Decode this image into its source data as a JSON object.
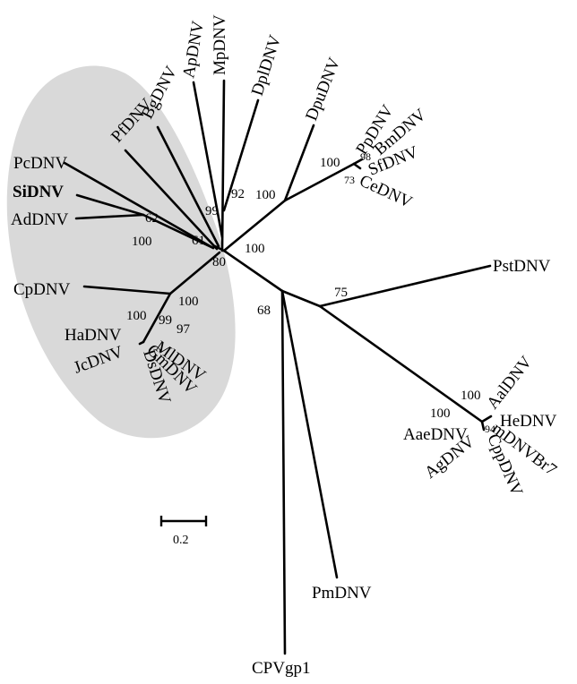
{
  "highlight_color": "#d9d9d9",
  "taxa": {
    "mpdnv": "MpDNV",
    "apdnv": "ApDNV",
    "dpldnv": "DplDNV",
    "bgdnv": "BgDNV",
    "dpudnv": "DpuDNV",
    "pfdnv": "PfDNV",
    "ppdnv": "PpDNV",
    "bmdnv": "BmDNV",
    "sfdnv": "SfDNV",
    "cednv": "CeDNV",
    "pcdnv": "PcDNV",
    "sidnv": "SiDNV",
    "addnv": "AdDNV",
    "cpdnv": "CpDNV",
    "hadnv": "HaDNV",
    "mldnv": "MlDNV",
    "jcdnv": "JcDNV",
    "gmdnv": "GmDNV",
    "dsdnv": "DsDNV",
    "pstdnv": "PstDNV",
    "aaldnv": "AalDNV",
    "hednv": "HeDNV",
    "aaednv": "AaeDNV",
    "mdnvbr7": "mDNVBr7",
    "agdnv": "AgDNV",
    "cppdnv": "CppDNV",
    "pmdnv": "PmDNV",
    "cpvgp1": "CPVgp1"
  },
  "support": {
    "s92": "92",
    "s99a": "99",
    "s100_dpu": "100",
    "s100_pp": "100",
    "s98": "98",
    "s73": "73",
    "s62": "62",
    "s100_ad": "100",
    "s61": "61",
    "s80": "80",
    "s100_root": "100",
    "s100_cp": "100",
    "s100_ha": "100",
    "s99b": "99",
    "s97": "97",
    "s68": "68",
    "s75": "75",
    "s100_aae": "100",
    "s100_aal": "100",
    "s94": "94"
  },
  "scale": {
    "label": "0.2"
  }
}
